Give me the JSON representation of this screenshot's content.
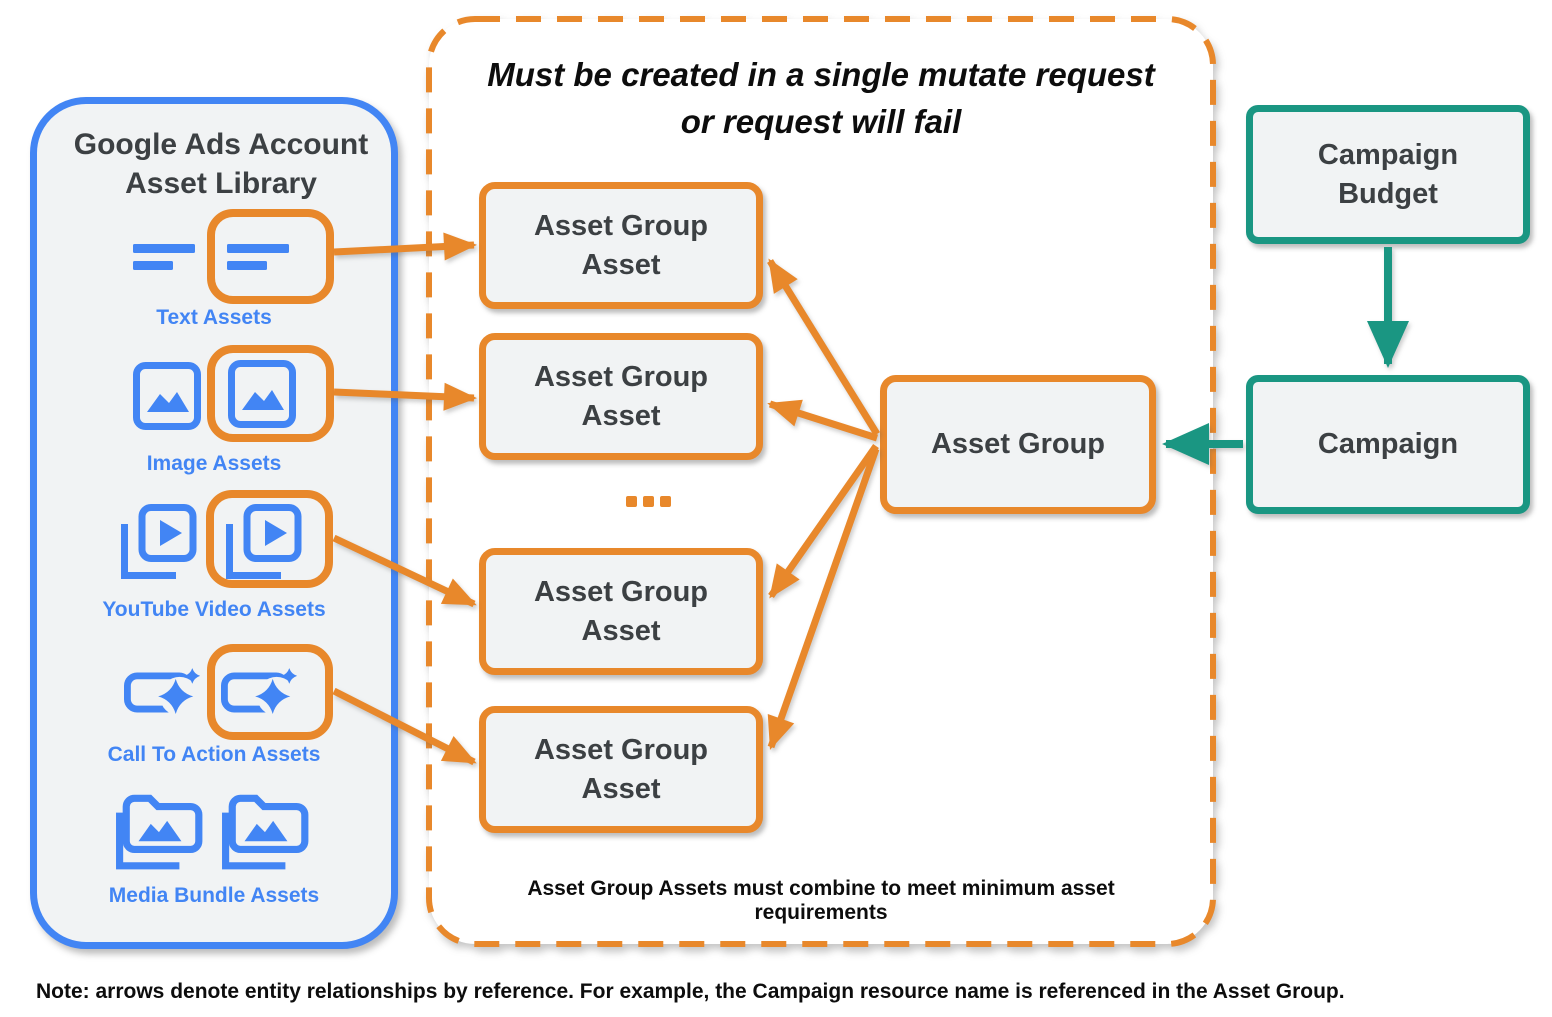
{
  "colors": {
    "blue": "#4285F4",
    "orange": "#E8882B",
    "teal": "#1A9682",
    "box_fill": "#F1F3F4",
    "dark_text": "#3C4043"
  },
  "library": {
    "title": "Google Ads Account Asset Library",
    "items": [
      {
        "label": "Text Assets",
        "icon": "text-asset-icon",
        "highlighted": true
      },
      {
        "label": "Image Assets",
        "icon": "image-asset-icon",
        "highlighted": true
      },
      {
        "label": "YouTube Video  Assets",
        "icon": "youtube-video-asset-icon",
        "highlighted": true
      },
      {
        "label": "Call To Action Assets",
        "icon": "call-to-action-asset-icon",
        "highlighted": true
      },
      {
        "label": "Media Bundle  Assets",
        "icon": "media-bundle-asset-icon",
        "highlighted": false
      }
    ]
  },
  "mutate_panel": {
    "heading_line1": "Must be created in a single mutate request",
    "heading_line2": "or request will fail",
    "boxes": [
      {
        "label": "Asset Group Asset"
      },
      {
        "label": "Asset Group Asset"
      },
      {
        "label": "Asset Group Asset"
      },
      {
        "label": "Asset Group Asset"
      }
    ],
    "ellipsis": "...",
    "footnote": "Asset Group Assets must combine to meet minimum asset requirements"
  },
  "entities": {
    "asset_group": {
      "label": "Asset Group"
    },
    "campaign_budget": {
      "label": "Campaign Budget"
    },
    "campaign": {
      "label": "Campaign"
    }
  },
  "note": "Note: arrows denote entity relationships by reference. For example, the Campaign resource name is referenced in the Asset Group."
}
